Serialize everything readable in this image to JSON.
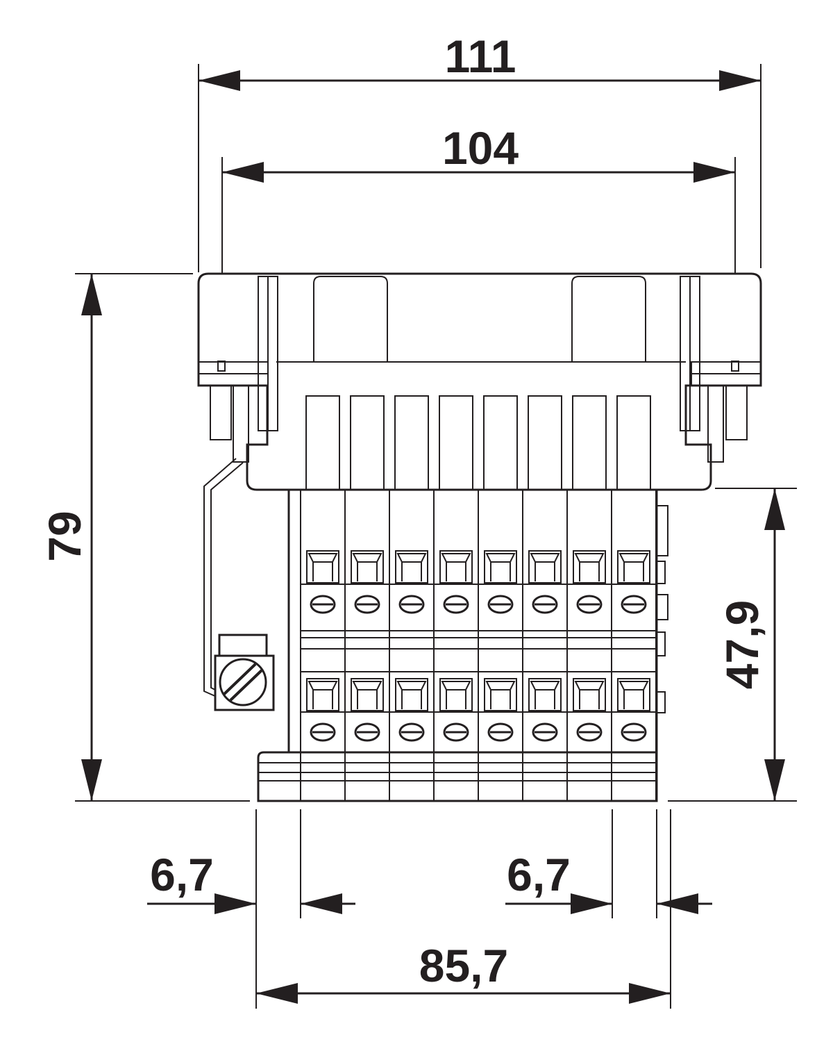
{
  "dimensions": {
    "total_width": "111",
    "inner_width": "104",
    "total_height": "79",
    "terminal_height": "47,9",
    "left_offset": "6,7",
    "right_offset": "6,7",
    "base_width": "85,7"
  },
  "colors": {
    "line": "#231f20",
    "background": "#ffffff"
  }
}
